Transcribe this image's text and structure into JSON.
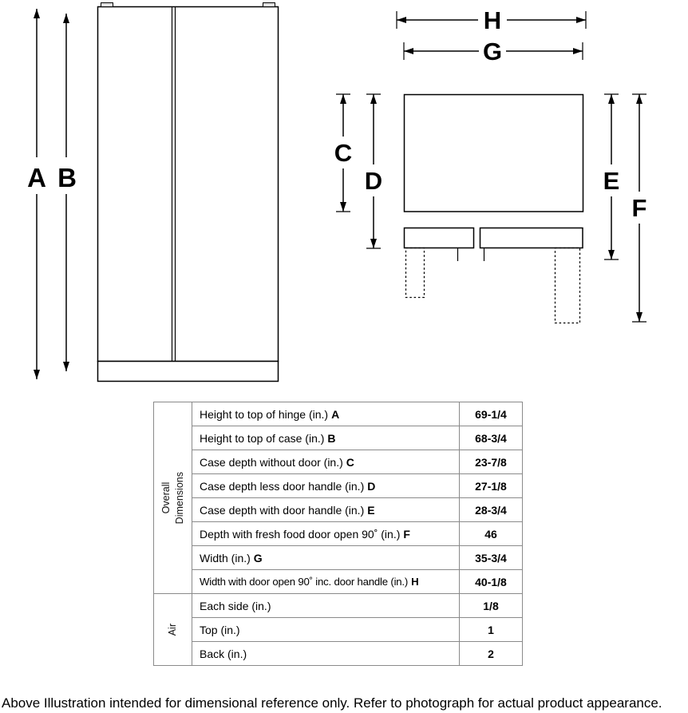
{
  "diagram": {
    "labels": {
      "A": "A",
      "B": "B",
      "C": "C",
      "D": "D",
      "E": "E",
      "F": "F",
      "G": "G",
      "H": "H"
    }
  },
  "table": {
    "groups": [
      {
        "label": "Overall\nDimensions"
      },
      {
        "label": "Air"
      }
    ],
    "rows": [
      {
        "label": "Height to top of hinge (in.)",
        "letter": "A",
        "value": "69-1/4"
      },
      {
        "label": "Height to top of case (in.)",
        "letter": "B",
        "value": "68-3/4"
      },
      {
        "label": "Case depth without door (in.)",
        "letter": "C",
        "value": "23-7/8"
      },
      {
        "label": "Case depth less door handle (in.)",
        "letter": "D",
        "value": "27-1/8"
      },
      {
        "label": "Case depth with door handle (in.)",
        "letter": "E",
        "value": "28-3/4"
      },
      {
        "label": "Depth with fresh food door open 90˚ (in.)",
        "letter": "F",
        "value": "46"
      },
      {
        "label": "Width (in.)",
        "letter": "G",
        "value": "35-3/4"
      },
      {
        "label": "Width with door open 90˚ inc. door handle (in.)",
        "letter": "H",
        "value": "40-1/8"
      },
      {
        "label": "Each side (in.)",
        "letter": "",
        "value": "1/8"
      },
      {
        "label": "Top (in.)",
        "letter": "",
        "value": "1"
      },
      {
        "label": "Back (in.)",
        "letter": "",
        "value": "2"
      }
    ]
  },
  "footer": {
    "note": "Above Illustration intended for dimensional reference only. Refer to photograph for actual product appearance."
  }
}
